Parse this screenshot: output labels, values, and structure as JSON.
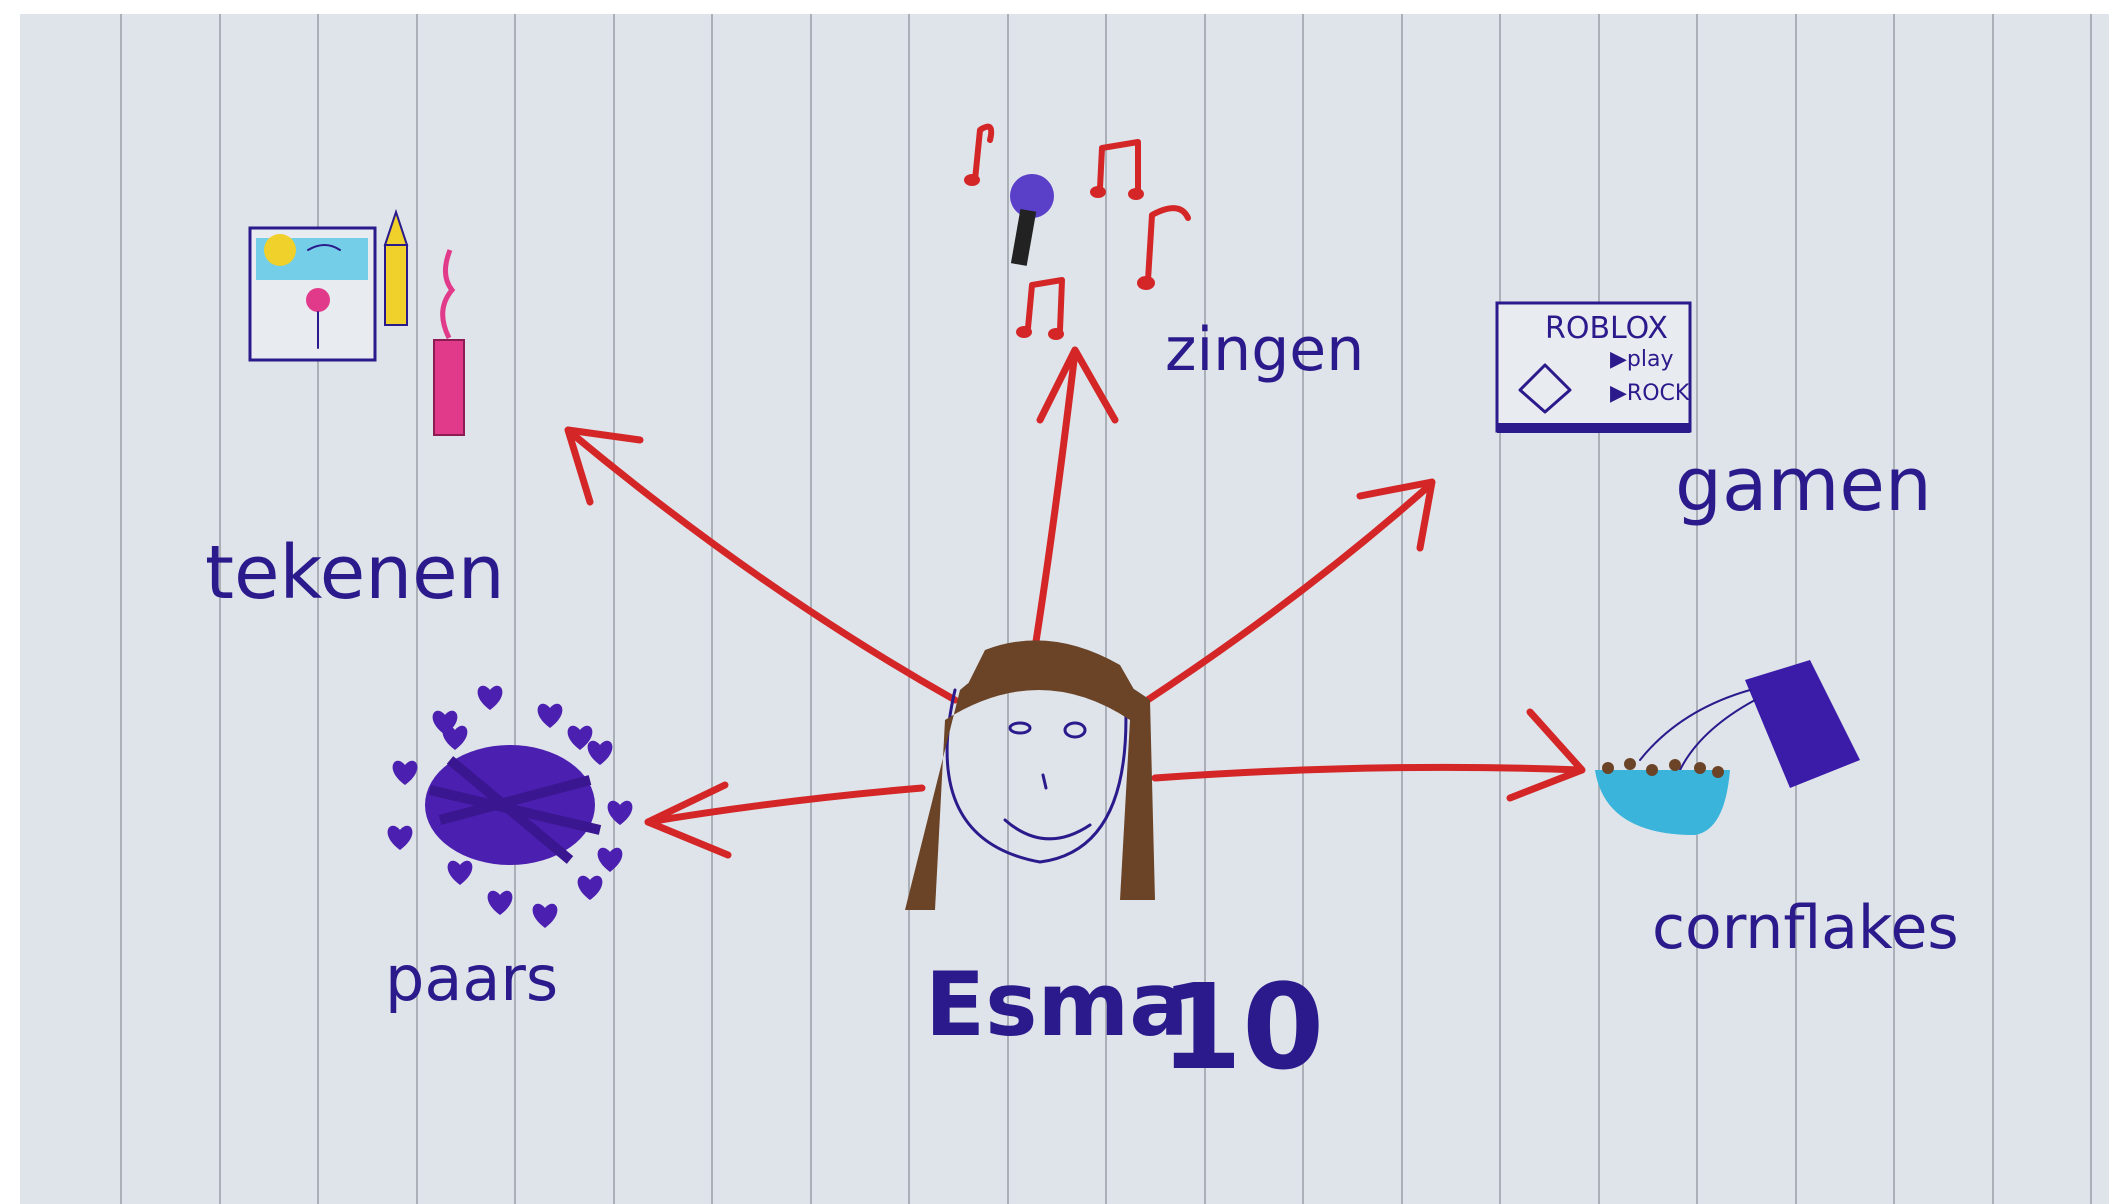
{
  "center": {
    "name": "Esma",
    "age": "10"
  },
  "topics": {
    "tekenen": "tekenen",
    "zingen": "zingen",
    "gamen": "gamen",
    "paars": "paars",
    "cornflakes": "cornflakes"
  },
  "game_screen": {
    "title": "ROBLOX",
    "option1": "▶play",
    "option2": "▶ROCK"
  },
  "colors": {
    "paper": "#dfe3ea",
    "rule_lines": "#7f858e",
    "arrows": "#d42626",
    "ink": "#2a1a8c",
    "hair": "#6b4428",
    "purple": "#4b1fb0",
    "bowl": "#3bb4dc"
  }
}
